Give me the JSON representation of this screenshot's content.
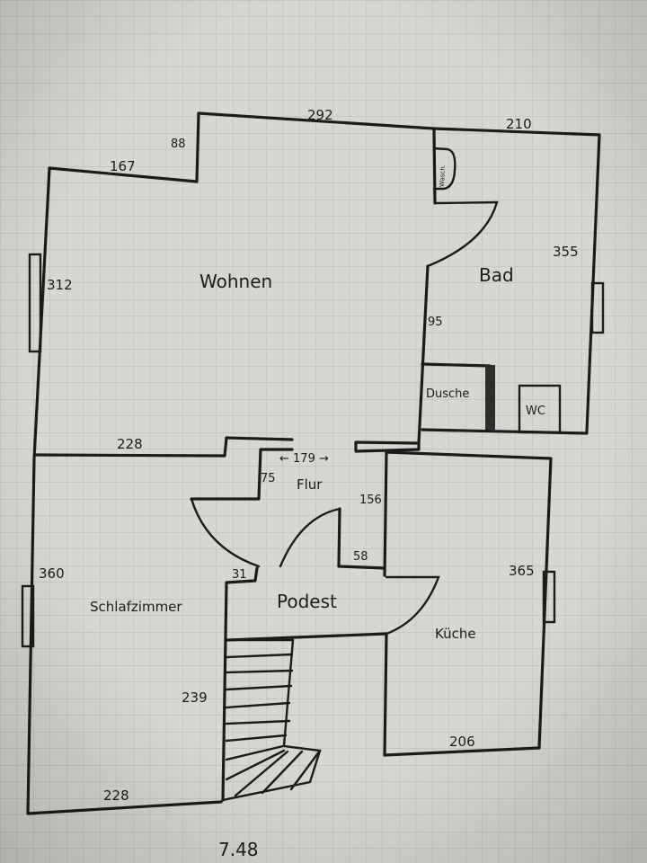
{
  "rooms": {
    "wohnen": "Wohnen",
    "bad": "Bad",
    "dusche": "Dusche",
    "wc": "WC",
    "flur": "Flur",
    "schlafzimmer": "Schlafzimmer",
    "podest": "Podest",
    "kueche": "Küche",
    "waschbecken": "Wasch."
  },
  "dimensions": {
    "d292": "292",
    "d210": "210",
    "d88": "88",
    "d167": "167",
    "d312": "312",
    "d355": "355",
    "d95": "95",
    "d228_top": "228",
    "d179": "← 179 →",
    "d75": "75",
    "d156": "156",
    "d360": "360",
    "d31": "31",
    "d58": "58",
    "d365": "365",
    "d239": "239",
    "d206": "206",
    "d228_bottom": "228",
    "page_number": "7.48"
  },
  "colors": {
    "paper": "#d7d6d1",
    "grid": "#b9b8b2",
    "ink": "#1b1b1b"
  }
}
